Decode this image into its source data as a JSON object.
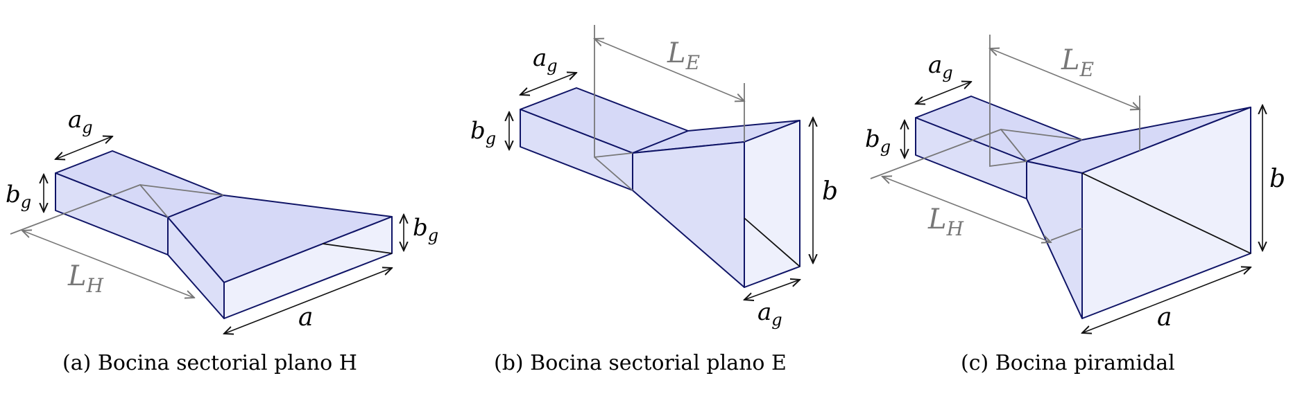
{
  "figures": [
    {
      "caption": "(a) Bocina sectorial plano H",
      "labels": {
        "ag": "a",
        "ag_sub": "g",
        "bg": "b",
        "bg_sub": "g",
        "bg2": "b",
        "bg2_sub": "g",
        "LH": "L",
        "LH_sub": "H",
        "a": "a"
      }
    },
    {
      "caption": "(b) Bocina sectorial plano E",
      "labels": {
        "ag": "a",
        "ag_sub": "g",
        "bg": "b",
        "bg_sub": "g",
        "LE": "L",
        "LE_sub": "E",
        "b": "b",
        "ag2": "a",
        "ag2_sub": "g"
      }
    },
    {
      "caption": "(c) Bocina piramidal",
      "labels": {
        "ag": "a",
        "ag_sub": "g",
        "bg": "b",
        "bg_sub": "g",
        "LE": "L",
        "LE_sub": "E",
        "LH": "L",
        "LH_sub": "H",
        "b": "b",
        "a": "a"
      }
    }
  ],
  "colors": {
    "face": "#d6d9f7",
    "face_light": "#eef0fc",
    "outline": "#0f1466",
    "hidden": "#777777"
  }
}
